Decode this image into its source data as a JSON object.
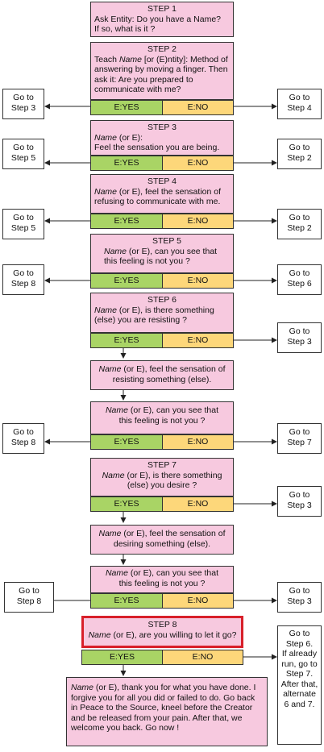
{
  "steps": {
    "s1": {
      "title": "STEP 1",
      "text": "Ask Entity: Do you have a Name?\nIf so, what is it ?"
    },
    "s2": {
      "title": "STEP 2",
      "name": "Name",
      "text": " [or (E)ntity]:  Method of answering by moving a finger. Then ask it:  Are you prepared to communicate with me?",
      "lead": "Teach "
    },
    "s3": {
      "title": "STEP 3",
      "name": "Name",
      "text": " (or E):\nFeel the sensation you are being."
    },
    "s4": {
      "title": "STEP 4",
      "name": "Name",
      "text": " (or E), feel the sensation of refusing to communicate with me."
    },
    "s5": {
      "title": "STEP 5",
      "name": "Name",
      "text": " (or E), can you see that this feeling is not you ?"
    },
    "s6": {
      "title": "STEP 6",
      "name": "Name",
      "text": " (or E), is there something (else) you are resisting ?"
    },
    "s6b": {
      "name": "Name",
      "text": " (or E),  feel the sensation of resisting something (else)."
    },
    "s6c": {
      "name": "Name",
      "text": " (or E), can you see that this feeling is not you ?"
    },
    "s7": {
      "title": "STEP 7",
      "name": "Name",
      "text": " (or E), is there something (else) you desire ?"
    },
    "s7b": {
      "name": "Name",
      "text": " (or E), feel the sensation of desiring something (else)."
    },
    "s7c": {
      "name": "Name",
      "text": " (or E), can you see that this feeling is not you ?"
    },
    "s8": {
      "title": "STEP 8",
      "name": "Name",
      "text": " (or E),  are you willing to let it go?"
    },
    "final": {
      "name": "Name",
      "text": " (or E),  thank you for what you have done. I forgive you for all you did or failed to do. Go back in Peace to the Source, kneel before the Creator and be released from your pain. After that, we welcome you back.  Go now !"
    }
  },
  "answers": {
    "yes": "E:YES",
    "no": "E:NO"
  },
  "goto": {
    "s2_yes": "Go to\nStep 3",
    "s2_no": "Go to\nStep 4",
    "s3_yes": "Go to\nStep 5",
    "s3_no": "Go to\nStep 2",
    "s4_yes": "Go to\nStep 5",
    "s4_no": "Go to\nStep 2",
    "s5_yes": "Go to\nStep 8",
    "s5_no": "Go to\nStep 6",
    "s6_no": "Go to\nStep 3",
    "s6c_yes": "Go to\nStep 8",
    "s6c_no": "Go to\nStep 7",
    "s7_no": "Go to\nStep 3",
    "s7c_yes": "Go to\nStep 8",
    "s7c_no": "Go to\nStep 3",
    "s8_no": "Go to\nStep 6.\nIf already\nrun, go to\nStep 7.\nAfter that,\nalternate\n6 and 7."
  },
  "colors": {
    "box": "#f7c9df",
    "yes": "#a9d465",
    "no": "#fdd77a",
    "highlight": "#d8202a"
  }
}
